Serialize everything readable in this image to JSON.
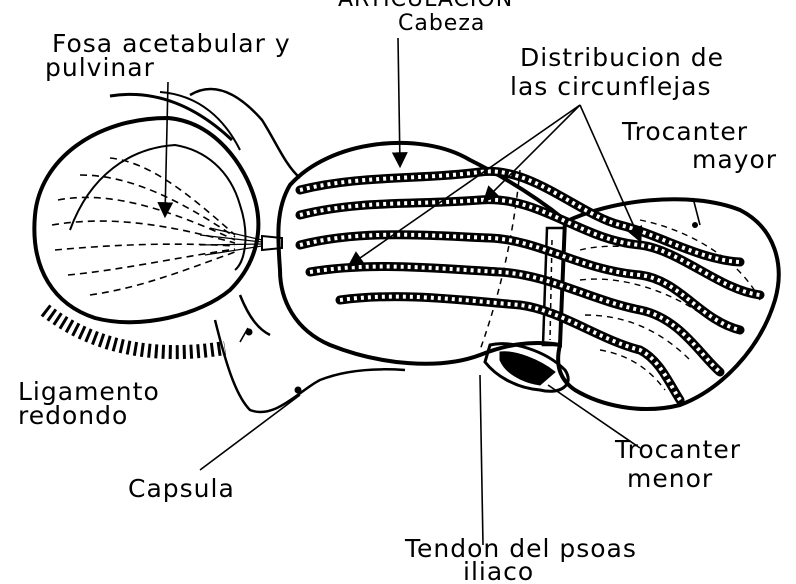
{
  "labels": {
    "top_cut": "ARTICULACION",
    "cabeza": "Cabeza",
    "fosa_line1": "Fosa acetabular y",
    "fosa_line2": "pulvinar",
    "distribucion_line1": "Distribucion de",
    "distribucion_line2": "las circunflejas",
    "trocanter_mayor_line1": "Trocanter",
    "trocanter_mayor_line2": "mayor",
    "ligamento_line1": "Ligamento",
    "ligamento_line2": "redondo",
    "capsula": "Capsula",
    "trocanter_menor_line1": "Trocanter",
    "trocanter_menor_line2": "menor",
    "tendon_line1": "Tendon del psoas",
    "tendon_line2": "iliaco"
  }
}
